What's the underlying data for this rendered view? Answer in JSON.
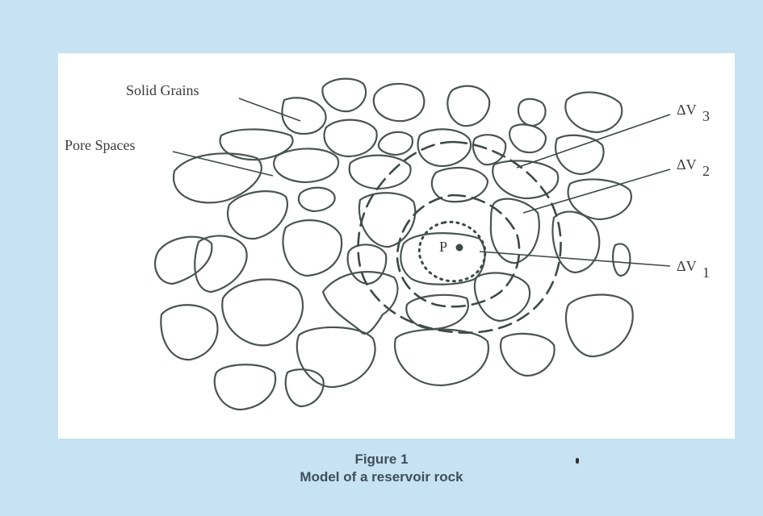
{
  "figure": {
    "labels": {
      "solid_grains": "Solid Grains",
      "pore_spaces": "Pore Spaces",
      "point_p": "P",
      "dv3_main": "ΔV",
      "dv3_sub": "3",
      "dv2_main": "ΔV",
      "dv2_sub": "2",
      "dv1_main": "ΔV",
      "dv1_sub": "1"
    }
  },
  "caption": {
    "title": "Figure 1",
    "subtitle": "Model of a reservoir rock"
  },
  "colors": {
    "page_background": "#c6e2f3",
    "panel_background": "#ffffff",
    "ink": "#4a5450",
    "caption_text": "#3f4f5e"
  }
}
